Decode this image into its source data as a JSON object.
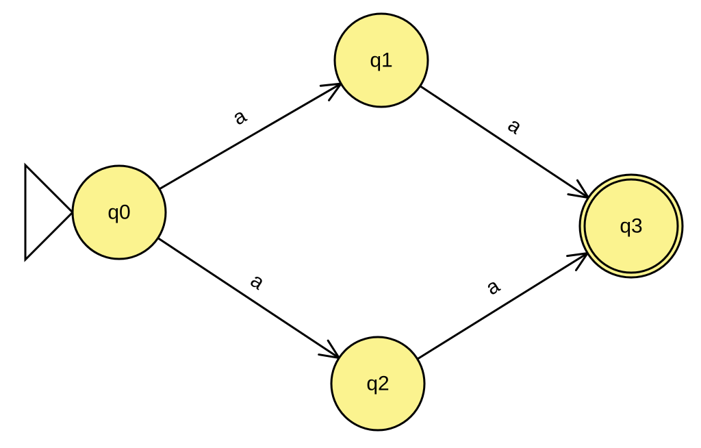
{
  "automaton": {
    "colors": {
      "state_fill": "#fbf38f",
      "stroke": "#000000",
      "background": "#ffffff"
    },
    "start_state": "q0",
    "accept_states": [
      "q3"
    ],
    "states": [
      {
        "id": "q0",
        "label": "q0"
      },
      {
        "id": "q1",
        "label": "q1"
      },
      {
        "id": "q2",
        "label": "q2"
      },
      {
        "id": "q3",
        "label": "q3"
      }
    ],
    "transitions": [
      {
        "from": "q0",
        "to": "q1",
        "label": "a"
      },
      {
        "from": "q0",
        "to": "q2",
        "label": "a"
      },
      {
        "from": "q1",
        "to": "q3",
        "label": "a"
      },
      {
        "from": "q2",
        "to": "q3",
        "label": "a"
      }
    ]
  }
}
